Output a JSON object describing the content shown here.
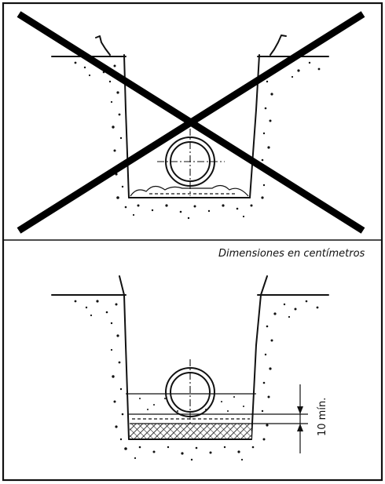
{
  "caption": "Dimensiones en centímetros",
  "dimension_label": "10 mín.",
  "panels": [
    {
      "id": "incorrect",
      "marked_wrong": true
    },
    {
      "id": "correct",
      "marked_wrong": false
    }
  ],
  "colors": {
    "ink": "#111111",
    "background": "#ffffff"
  }
}
